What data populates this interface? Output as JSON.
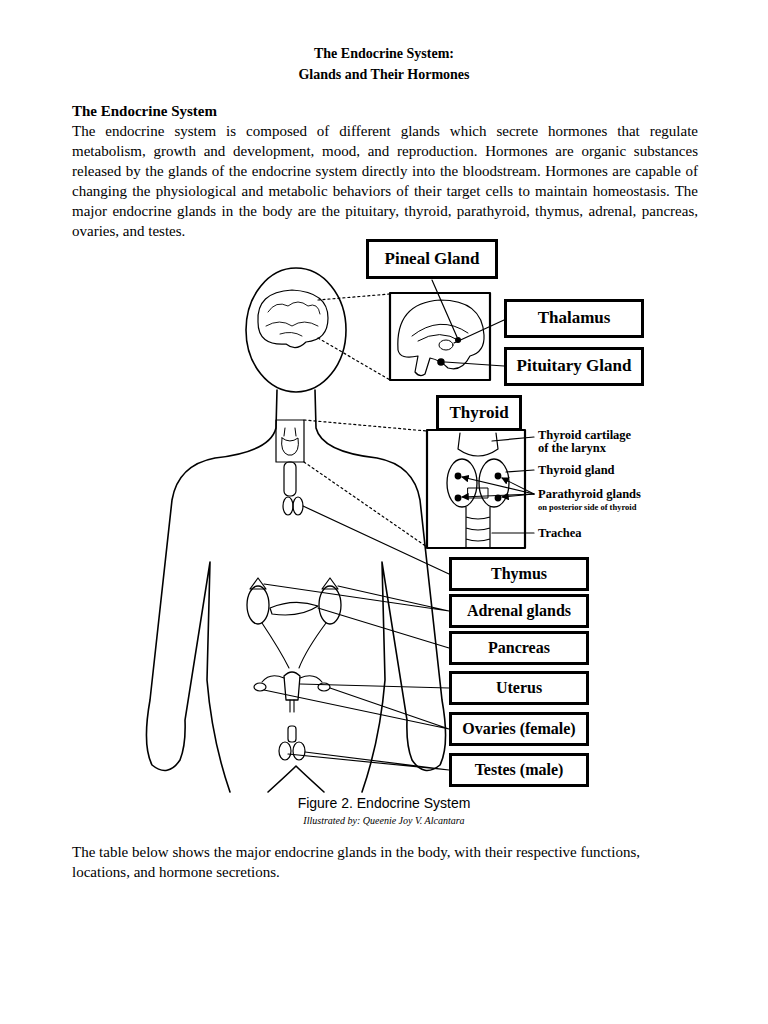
{
  "diagram": {
    "title": "The Endocrine System: Glands and Their Hormones",
    "caption": "Figure 2. Endocrine System",
    "nodes": [
      {
        "text": [
          "Pineal Gland"
        ]
      },
      {
        "text": [
          "Thalamus"
        ]
      },
      {
        "text": [
          "Pituitary Gland"
        ]
      },
      {
        "text": [
          "Thyroid"
        ]
      },
      {
        "text": [
          "Thymus"
        ]
      },
      {
        "text": [
          "Adrenal glands"
        ]
      },
      {
        "text": [
          "Pancreas"
        ]
      },
      {
        "text": [
          "Uterus"
        ]
      },
      {
        "text": [
          "Ovaries (female)"
        ]
      },
      {
        "text": [
          "Testes (male)"
        ]
      }
    ],
    "labels": [
      "The Endocrine System",
      "The endocrine system is composed of different glands which secrete hormones that regulate metabolism, growth and development, mood, and reproduction. Hormones are organic substances released by the glands of the endocrine system directly into the bloodstream. Hormones are capable of changing the physiological and metabolic behaviors of their target cells to maintain homeostasis. The major endocrine glands in the body are the pituitary, thyroid, parathyroid, thymus, adrenal, pancreas, ovaries, and testes.",
      "Thyroid cartilage of the larynx",
      "Thyroid gland",
      "Parathyroid glands",
      "on posterior side of thyroid",
      "Trachea",
      "Illustrated by: Queenie Joy V. Alcantara",
      "The table below shows the major endocrine glands in the body, with their respective functions, locations, and hormone secretions."
    ]
  }
}
